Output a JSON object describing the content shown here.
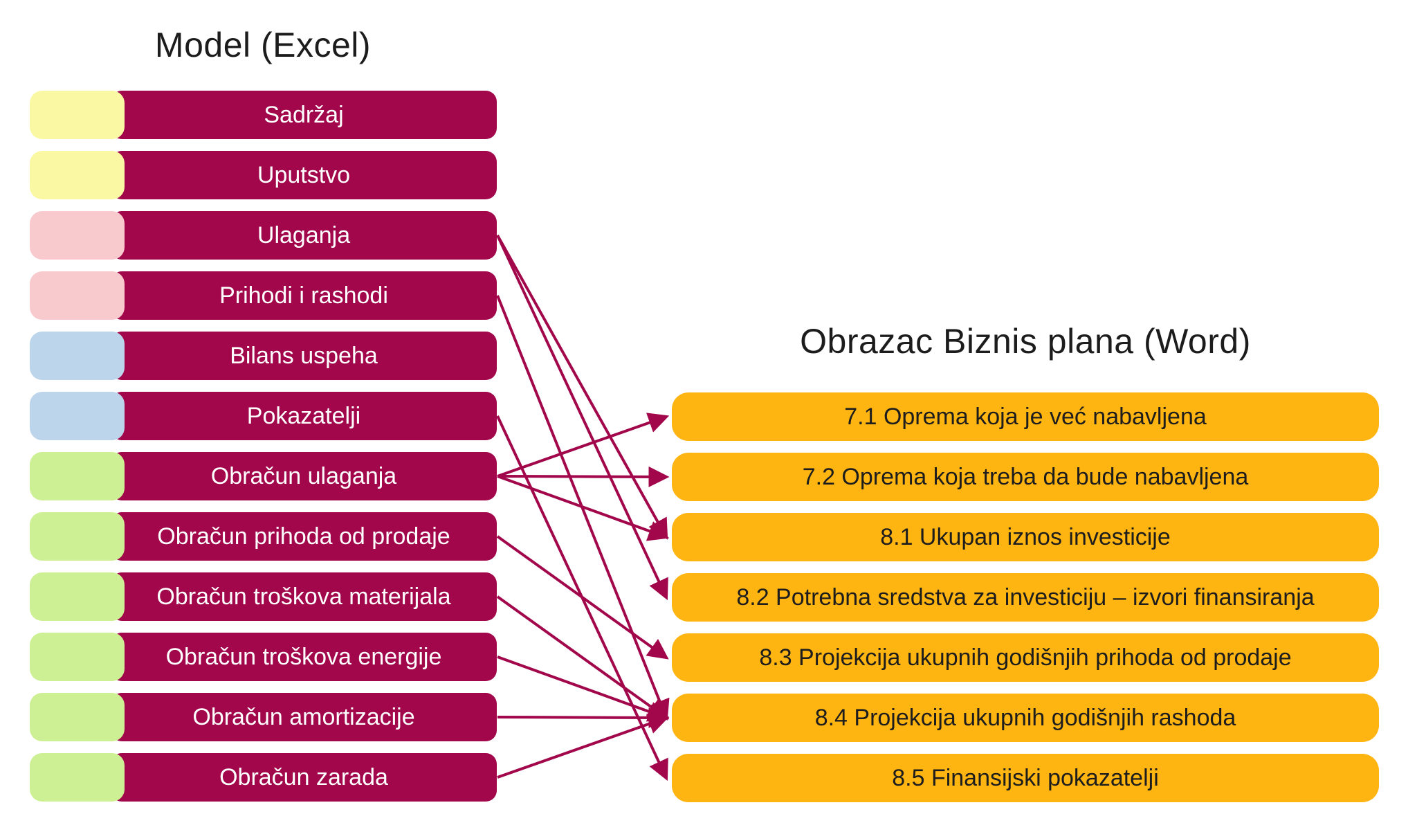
{
  "left_panel": {
    "title": "Model (Excel)",
    "items": [
      {
        "id": "sadrzaj",
        "label": "Sadržaj",
        "tab_color": "yellow"
      },
      {
        "id": "uputstvo",
        "label": "Uputstvo",
        "tab_color": "yellow"
      },
      {
        "id": "ulaganja",
        "label": "Ulaganja",
        "tab_color": "pink"
      },
      {
        "id": "prihodi-i-rashodi",
        "label": "Prihodi i rashodi",
        "tab_color": "pink"
      },
      {
        "id": "bilans-uspeha",
        "label": "Bilans uspeha",
        "tab_color": "blue"
      },
      {
        "id": "pokazatelji",
        "label": "Pokazatelji",
        "tab_color": "blue"
      },
      {
        "id": "obracun-ulaganja",
        "label": "Obračun ulaganja",
        "tab_color": "green"
      },
      {
        "id": "obracun-prihoda",
        "label": "Obračun prihoda od prodaje",
        "tab_color": "green"
      },
      {
        "id": "obracun-materijala",
        "label": "Obračun troškova materijala",
        "tab_color": "green"
      },
      {
        "id": "obracun-energije",
        "label": "Obračun troškova energije",
        "tab_color": "green"
      },
      {
        "id": "obracun-amortizacije",
        "label": "Obračun amortizacije",
        "tab_color": "green"
      },
      {
        "id": "obracun-zarada",
        "label": "Obračun zarada",
        "tab_color": "green"
      }
    ]
  },
  "right_panel": {
    "title": "Obrazac Biznis plana (Word)",
    "items": [
      {
        "id": "7.1",
        "label": "7.1 Oprema koja je već nabavljena"
      },
      {
        "id": "7.2",
        "label": "7.2 Oprema koja treba da bude nabavljena"
      },
      {
        "id": "8.1",
        "label": "8.1 Ukupan iznos investicije"
      },
      {
        "id": "8.2",
        "label": "8.2 Potrebna sredstva za investiciju – izvori finansiranja"
      },
      {
        "id": "8.3",
        "label": "8.3 Projekcija ukupnih godišnjih prihoda od prodaje"
      },
      {
        "id": "8.4",
        "label": "8.4 Projekcija ukupnih godišnjih rashoda"
      },
      {
        "id": "8.5",
        "label": "8.5 Finansijski pokazatelji"
      }
    ]
  },
  "arrows": [
    {
      "from": "ulaganja",
      "to": "8.1"
    },
    {
      "from": "ulaganja",
      "to": "8.2"
    },
    {
      "from": "prihodi-i-rashodi",
      "to": "8.4"
    },
    {
      "from": "pokazatelji",
      "to": "8.5"
    },
    {
      "from": "obracun-ulaganja",
      "to": "7.1"
    },
    {
      "from": "obracun-ulaganja",
      "to": "7.2"
    },
    {
      "from": "obracun-ulaganja",
      "to": "8.1"
    },
    {
      "from": "obracun-prihoda",
      "to": "8.3"
    },
    {
      "from": "obracun-materijala",
      "to": "8.4"
    },
    {
      "from": "obracun-energije",
      "to": "8.4"
    },
    {
      "from": "obracun-amortizacije",
      "to": "8.4"
    },
    {
      "from": "obracun-zarada",
      "to": "8.4"
    }
  ],
  "colors": {
    "maroon": "#A1074A",
    "orange": "#FFB511",
    "arrow": "#A1074A",
    "title_text": "#1c1c1c",
    "text_on_maroon": "#FFFFFF",
    "text_on_orange": "#1d1d1d",
    "tabs": {
      "yellow": "#FAF8A3",
      "pink": "#F9CACD",
      "blue": "#BDD5EB",
      "green": "#CDF094"
    }
  }
}
